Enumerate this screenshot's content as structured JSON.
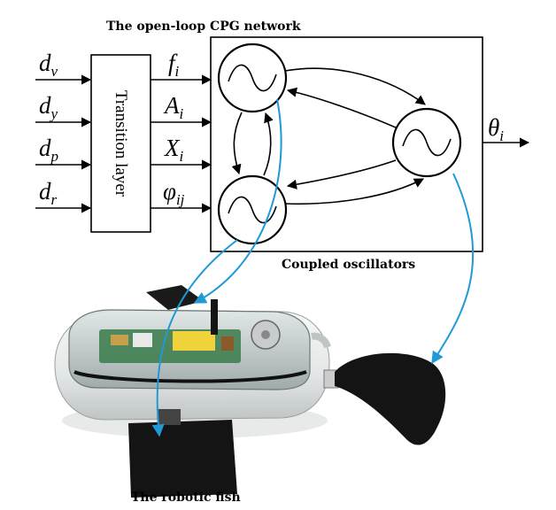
{
  "labels": {
    "network_title": "The open-loop CPG network",
    "transition_layer": "Transition layer",
    "coupled_oscillators": "Coupled oscillators",
    "robotic_fish": "The robotic fish"
  },
  "inputs": [
    {
      "base": "d",
      "sub": "v"
    },
    {
      "base": "d",
      "sub": "y"
    },
    {
      "base": "d",
      "sub": "p"
    },
    {
      "base": "d",
      "sub": "r"
    }
  ],
  "outputs": [
    {
      "base": "f",
      "sub": "i"
    },
    {
      "base": "A",
      "sub": "i"
    },
    {
      "base": "X",
      "sub": "i"
    },
    {
      "base": "φ",
      "sub": "ij"
    }
  ],
  "final_output": {
    "base": "θ",
    "sub": "i"
  },
  "colors": {
    "arrow_blue": "#1f9ad6",
    "line_black": "#000000",
    "fish_shell": "#e9ecec",
    "fin_black": "#141414",
    "pcb_green": "#3a7a4a"
  },
  "icons": {
    "oscillator": "sine-wave-circle-icon"
  }
}
